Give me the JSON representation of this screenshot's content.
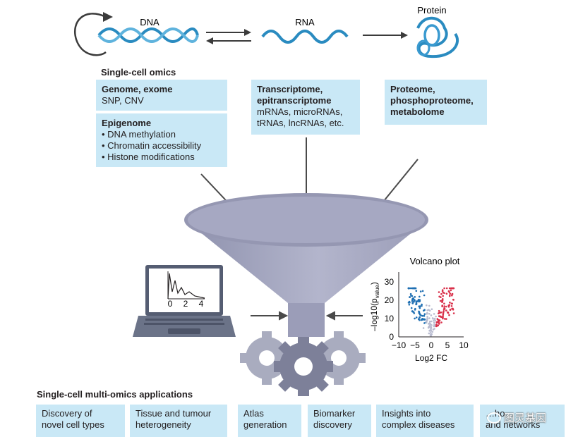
{
  "dogma": {
    "dna_label": "DNA",
    "rna_label": "RNA",
    "protein_label": "Protein"
  },
  "omics": {
    "section_title": "Single-cell omics",
    "genome": {
      "title": "Genome, exome",
      "sub": "SNP, CNV"
    },
    "epigenome": {
      "title": "Epigenome",
      "items": [
        "DNA methylation",
        "Chromatin accessibility",
        "Histone modifications"
      ]
    },
    "transcriptome": {
      "title1": "Transcriptome,",
      "title2": "epitranscriptome",
      "line1": "mRNAs, microRNAs,",
      "line2": "tRNAs, lncRNAs, etc."
    },
    "proteome": {
      "title1": "Proteome,",
      "title2": "phosphoproteome,",
      "title3": "metabolome"
    }
  },
  "laptop_plot": {
    "ticks": [
      "0",
      "2",
      "4"
    ]
  },
  "volcano": {
    "title": "Volcano plot",
    "xlabel": "Log2 FC",
    "ylabel": "–log10(p",
    "ylabel_sub": "value",
    "ylabel_close": ")",
    "xticks": [
      "−10",
      "−5",
      "0",
      "5",
      "10"
    ],
    "yticks": [
      "0",
      "10",
      "20",
      "30"
    ],
    "colors": {
      "down": "#1f6fb2",
      "up": "#d9304a",
      "ns": "#b9bcd0"
    }
  },
  "applications": {
    "section_title": "Single-cell multi-omics applications",
    "items": [
      {
        "line1": "Discovery of",
        "line2": "novel cell types"
      },
      {
        "line1": "Tissue and tumour",
        "line2": "heterogeneity"
      },
      {
        "line1": "Atlas",
        "line2": "generation"
      },
      {
        "line1": "Biomarker",
        "line2": "discovery"
      },
      {
        "line1": "Insights into",
        "line2": "complex diseases"
      },
      {
        "line1": "…ho…",
        "line2": "and networks"
      }
    ]
  },
  "watermark": "图灵基因"
}
